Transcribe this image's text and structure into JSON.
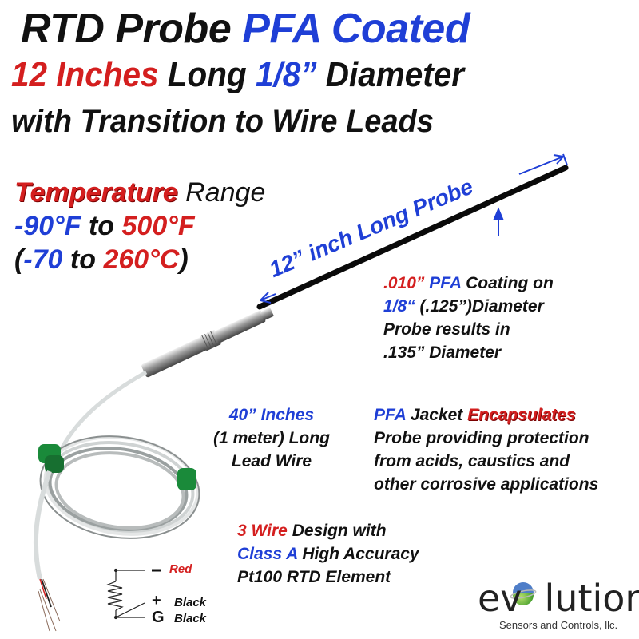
{
  "header": {
    "line1": {
      "part1": "RTD Probe",
      "part2": "PFA Coated"
    },
    "line2": {
      "part1": "12 Inches",
      "part2": "Long",
      "part3": "1/8”",
      "part4": "Diameter"
    },
    "line3": "with Transition to Wire Leads"
  },
  "temperature": {
    "label_colored": "Temperature",
    "label_plain": "Range",
    "fahrenheit": {
      "low": "-90°F",
      "to": "to",
      "high": "500°F"
    },
    "celsius": {
      "open": "(",
      "low": "-70",
      "to": "to",
      "high": "260°C",
      "close": ")"
    }
  },
  "probe_dimension": {
    "label": "12” inch Long Probe"
  },
  "coating_note": {
    "l1_red": ".010”",
    "l1_blue": "PFA",
    "l1_black": "Coating on",
    "l2_blue": "1/8“",
    "l2_black": "(.125”)Diameter",
    "l3": "Probe results in",
    "l4": ".135” Diameter"
  },
  "lead_wire": {
    "l1": "40” Inches",
    "l2": "(1 meter) Long",
    "l3": "Lead Wire"
  },
  "jacket_note": {
    "l1_blue": "PFA",
    "l1_black": "Jacket",
    "l1_red": "Encapsulates",
    "l2": "Probe providing protection",
    "l3": "from acids, caustics and",
    "l4": "other corrosive applications"
  },
  "design_note": {
    "l1_red": "3 Wire",
    "l1_black": "Design with",
    "l2_blue": "Class A",
    "l2_black": "High Accuracy",
    "l3": "Pt100 RTD Element"
  },
  "wiring": {
    "wire1": {
      "sign": "–",
      "color": "Red"
    },
    "wire2": {
      "sign": "+",
      "color": "Black"
    },
    "wire3": {
      "sign": "G",
      "color": "Black"
    }
  },
  "logo": {
    "word_start": "ev",
    "word_end": "lution",
    "tagline": "Sensors and Controls, llc."
  },
  "colors": {
    "red": "#d41f1f",
    "blue": "#1f3fd6",
    "black": "#111111",
    "clip_green": "#1a8a3a"
  }
}
